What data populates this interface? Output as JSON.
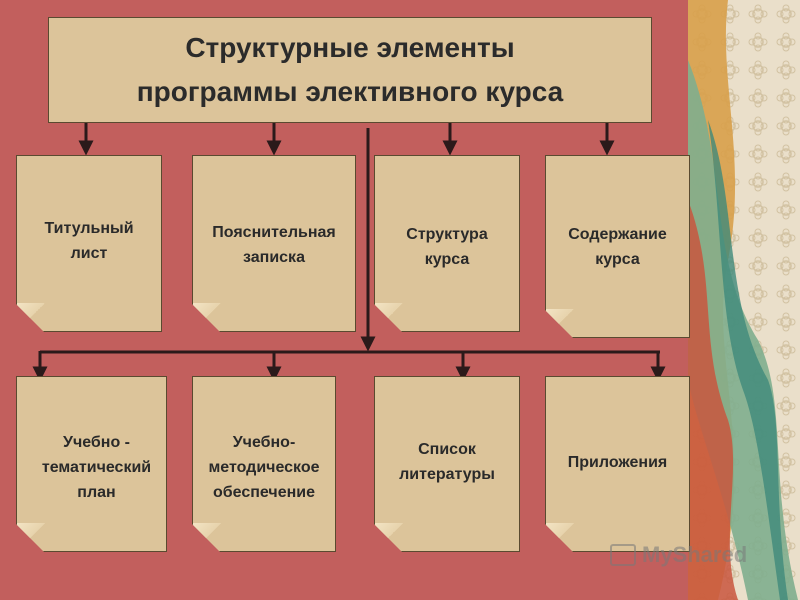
{
  "title": {
    "line1": "Структурные элементы",
    "line2": "программы элективного курса"
  },
  "top_row": [
    {
      "label": "Титульный\nлист"
    },
    {
      "label": "Пояснительная\nзаписка"
    },
    {
      "label": "Структура\nкурса"
    },
    {
      "label": "Содержание\nкурса"
    }
  ],
  "bottom_row": [
    {
      "label": "Учебно -\nтематический\nплан"
    },
    {
      "label": "Учебно-\nметодическое\nобеспечение"
    },
    {
      "label": "Список\nлитературы"
    },
    {
      "label": "Приложения"
    }
  ],
  "watermark": {
    "text": "MyShared"
  },
  "colors": {
    "background": "#c25f5d",
    "box_fill": "#dcc49a",
    "arrow": "#2b1a1a",
    "text": "#2a2a2a"
  }
}
